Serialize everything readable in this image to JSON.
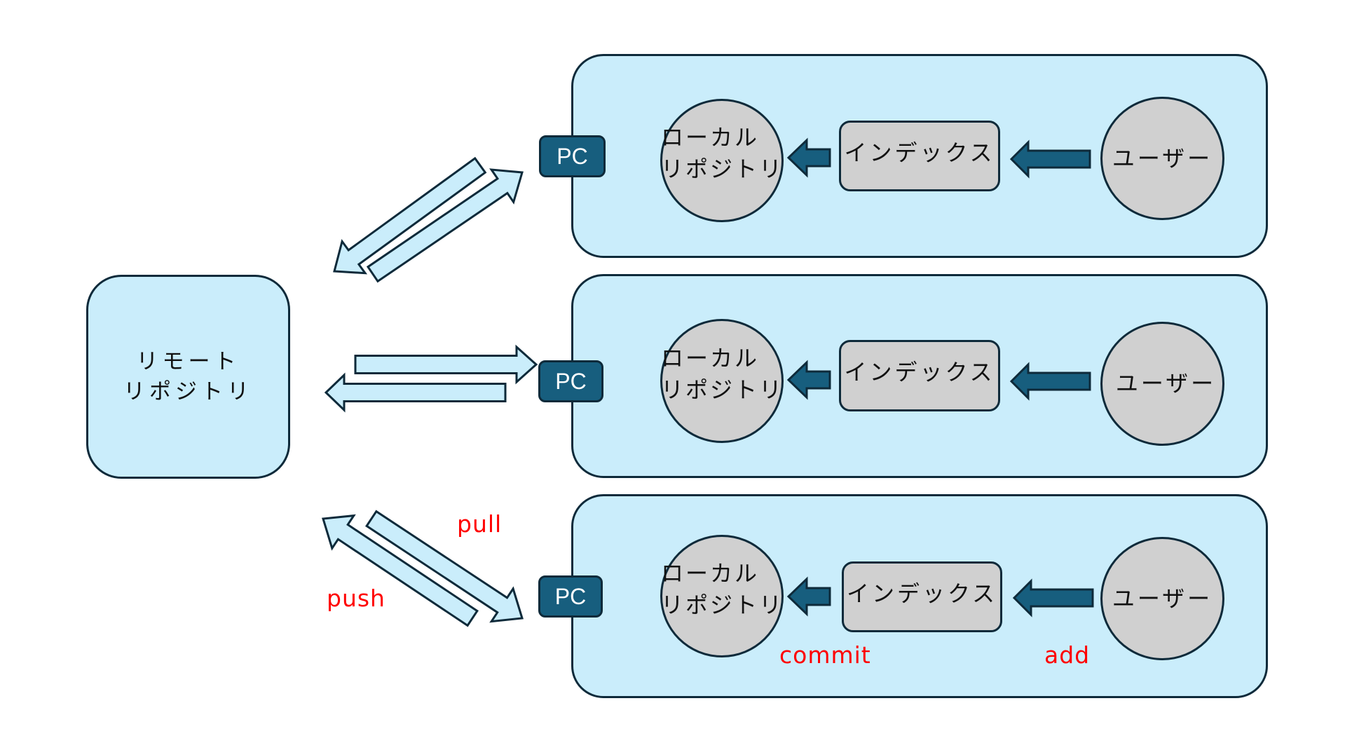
{
  "diagram": {
    "title": "",
    "remote_repository": {
      "label_line1": "リモート",
      "label_line2": "リポジトリ"
    },
    "pcs": [
      {
        "tag": "PC",
        "local_repository": "ローカル\nリポジトリ",
        "index": "インデックス",
        "user": "ユーザー"
      },
      {
        "tag": "PC",
        "local_repository": "ローカル\nリポジトリ",
        "index": "インデックス",
        "user": "ユーザー"
      },
      {
        "tag": "PC",
        "local_repository": "ローカル\nリポジトリ",
        "index": "インデックス",
        "user": "ユーザー"
      }
    ],
    "operation_labels": {
      "pull": "pull",
      "push": "push",
      "commit": "commit",
      "add": "add"
    },
    "colors": {
      "panel_fill": "#CAEDFB",
      "outline": "#0E2A3A",
      "pc_tag_fill": "#175E7E",
      "node_fill": "#D0D0D0",
      "flow_arrow_fill": "#175E7E",
      "sync_arrow_fill": "#CAEDFB",
      "label_red": "#FF0000"
    }
  }
}
